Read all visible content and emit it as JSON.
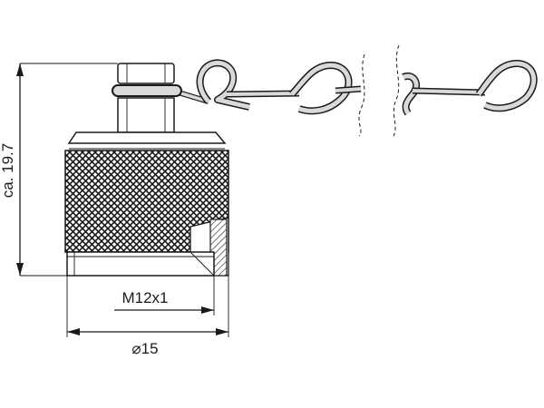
{
  "dimensions": {
    "height_label": "ca. 19.7",
    "thread_label": "M12x1",
    "diameter_label": "⌀15"
  },
  "colors": {
    "ink": "#1a1a1a",
    "background": "#ffffff",
    "chain_fill": "#d9d9d9"
  }
}
